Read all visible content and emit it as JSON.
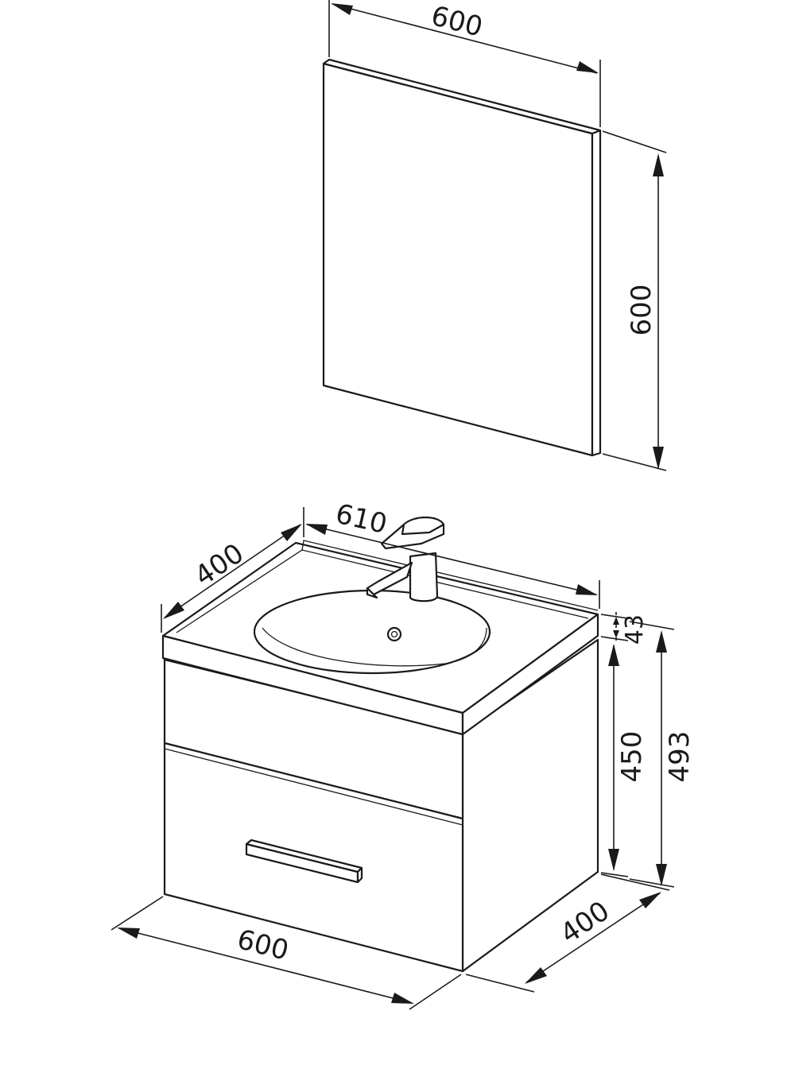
{
  "mirror": {
    "width_label": "600",
    "height_label": "600"
  },
  "cabinet": {
    "basin_width_label": "610",
    "basin_depth_label": "400",
    "basin_thickness_label": "43",
    "body_height_label": "450",
    "total_height_label": "493",
    "body_width_label": "600",
    "body_depth_label": "400"
  },
  "colors": {
    "line": "#1a1a1a",
    "background": "#ffffff"
  }
}
